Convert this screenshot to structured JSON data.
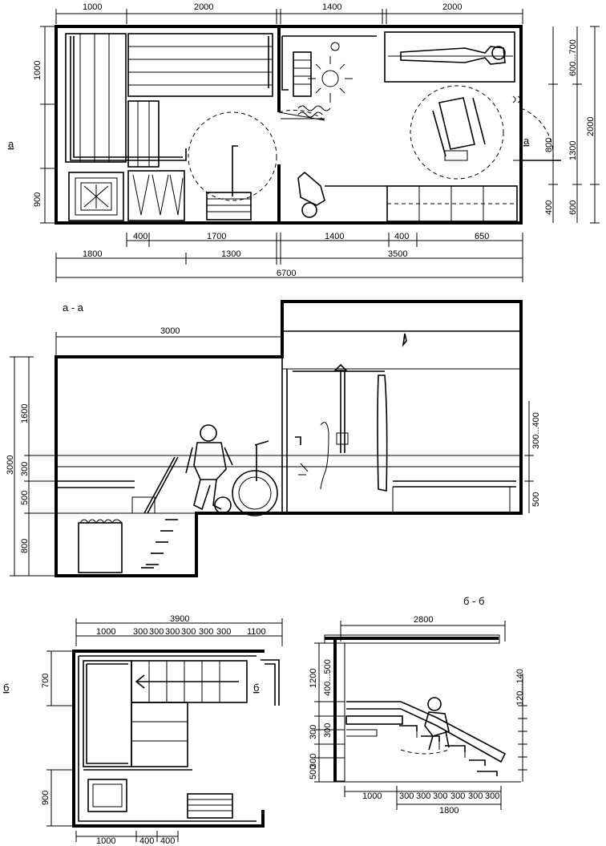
{
  "plan_a": {
    "top_dims": [
      "1000",
      "2000",
      "1400",
      "2000"
    ],
    "bottom_dims_row1": [
      "400",
      "1700",
      "1400",
      "400",
      "650"
    ],
    "bottom_dims_row2": [
      "1800",
      "1300",
      "3500"
    ],
    "bottom_total": "6700",
    "left_dims": [
      "1000",
      "900"
    ],
    "right_dims_inner": [
      "600...700",
      "1300",
      "400"
    ],
    "right_dims_mid": [
      "800"
    ],
    "right_dims_outer": [
      "2000",
      "600"
    ],
    "section_mark": "а"
  },
  "section_a": {
    "title": "а - а",
    "top_dim": "3000",
    "left_dims_outer": [
      "3000"
    ],
    "left_dims_inner": [
      "1600",
      "300",
      "500",
      "800"
    ],
    "right_dims": [
      "300...400",
      "500"
    ]
  },
  "plan_b": {
    "top_total": "3900",
    "top_dims": [
      "1000",
      "300",
      "300",
      "300",
      "300",
      "300",
      "300",
      "1100"
    ],
    "left_dims": [
      "700",
      "900"
    ],
    "bottom_dims": [
      "1000",
      "400",
      "400"
    ],
    "section_mark": "б"
  },
  "section_b": {
    "title": "б - б",
    "top_dim": "2800",
    "left_dims": [
      "1200",
      "400...500",
      "300",
      "300",
      "300",
      "500"
    ],
    "right_dims": [
      "120...140"
    ],
    "bottom_dims": [
      "1000",
      "300",
      "300",
      "300",
      "300",
      "300",
      "300"
    ],
    "bottom_total": "1800"
  }
}
